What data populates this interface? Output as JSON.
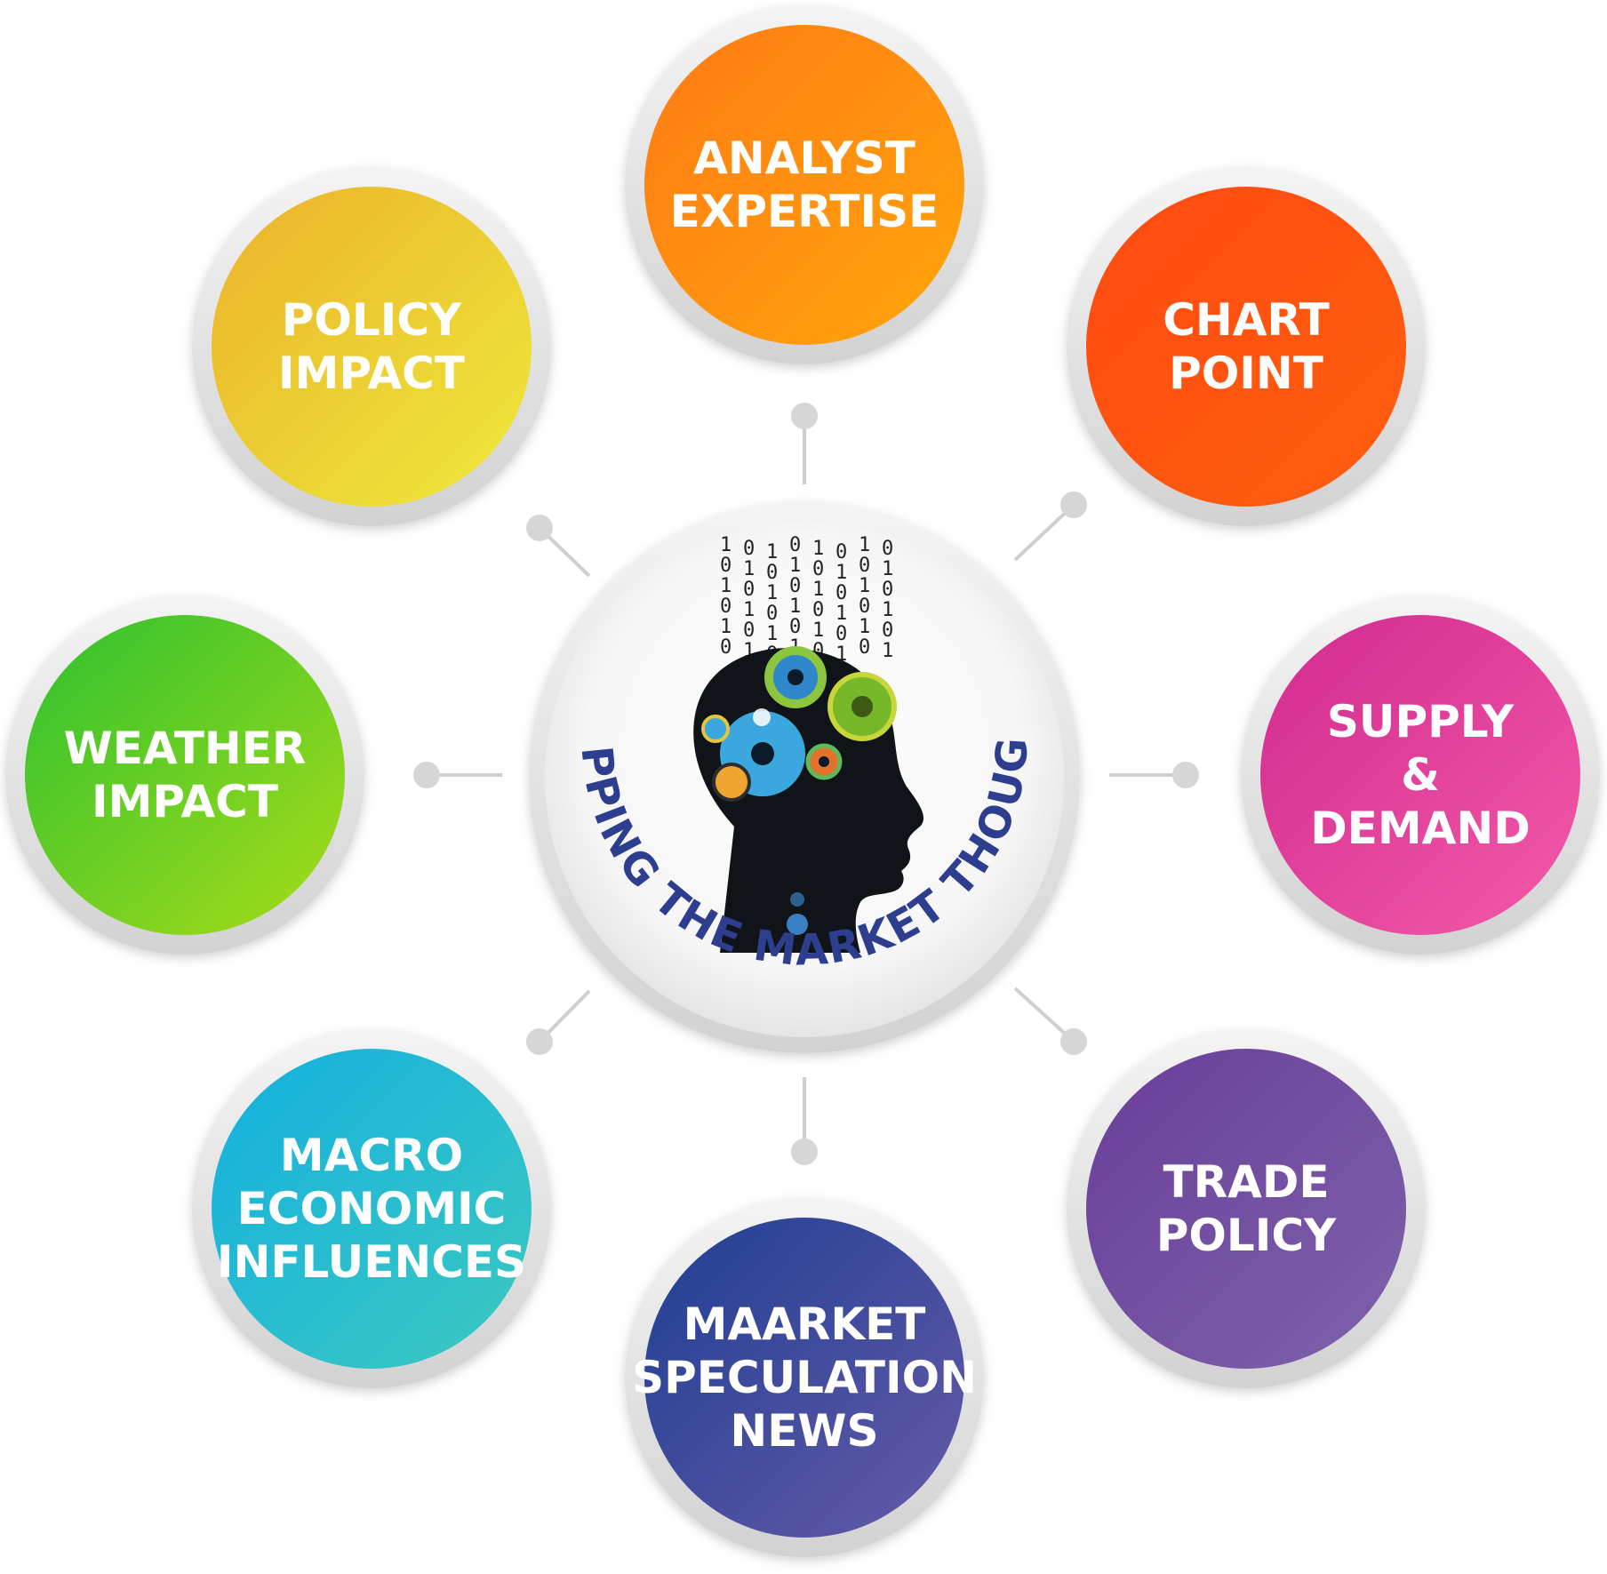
{
  "center": {
    "title": "MAPPING THE MARKET THOUGHT",
    "title_color": "#2d3e8f",
    "illustration": "head-with-gears-icon",
    "binary_rain": [
      "1",
      "0",
      "1",
      "0",
      "1",
      "0"
    ]
  },
  "nodes": [
    {
      "id": "analyst-expertise",
      "lines": [
        "ANALYST",
        "EXPERTISE"
      ],
      "colors": [
        "#ff7a16",
        "#ffa60a"
      ]
    },
    {
      "id": "chart-point",
      "lines": [
        "CHART",
        "POINT"
      ],
      "colors": [
        "#ff4a12",
        "#ff5f0f"
      ]
    },
    {
      "id": "supply-demand",
      "lines": [
        "SUPPLY",
        "&",
        "DEMAND"
      ],
      "colors": [
        "#d12a8f",
        "#f45aa8"
      ]
    },
    {
      "id": "trade-policy",
      "lines": [
        "TRADE",
        "POLICY"
      ],
      "colors": [
        "#6a3e98",
        "#7d62ab"
      ]
    },
    {
      "id": "maarket-speculation-news",
      "lines": [
        "MAARKET",
        "SPECULATION",
        "NEWS"
      ],
      "colors": [
        "#1f3f93",
        "#665aa8"
      ]
    },
    {
      "id": "macro-economic-influences",
      "lines": [
        "MACRO",
        "ECONOMIC",
        "INFLUENCES"
      ],
      "colors": [
        "#14b0e0",
        "#3cc9c0"
      ]
    },
    {
      "id": "weather-impact",
      "lines": [
        "WEATHER",
        "IMPACT"
      ],
      "colors": [
        "#2ec130",
        "#a8dc18"
      ]
    },
    {
      "id": "policy-impact",
      "lines": [
        "POLICY",
        "IMPACT"
      ],
      "colors": [
        "#ebb12b",
        "#eeea3a"
      ]
    }
  ]
}
